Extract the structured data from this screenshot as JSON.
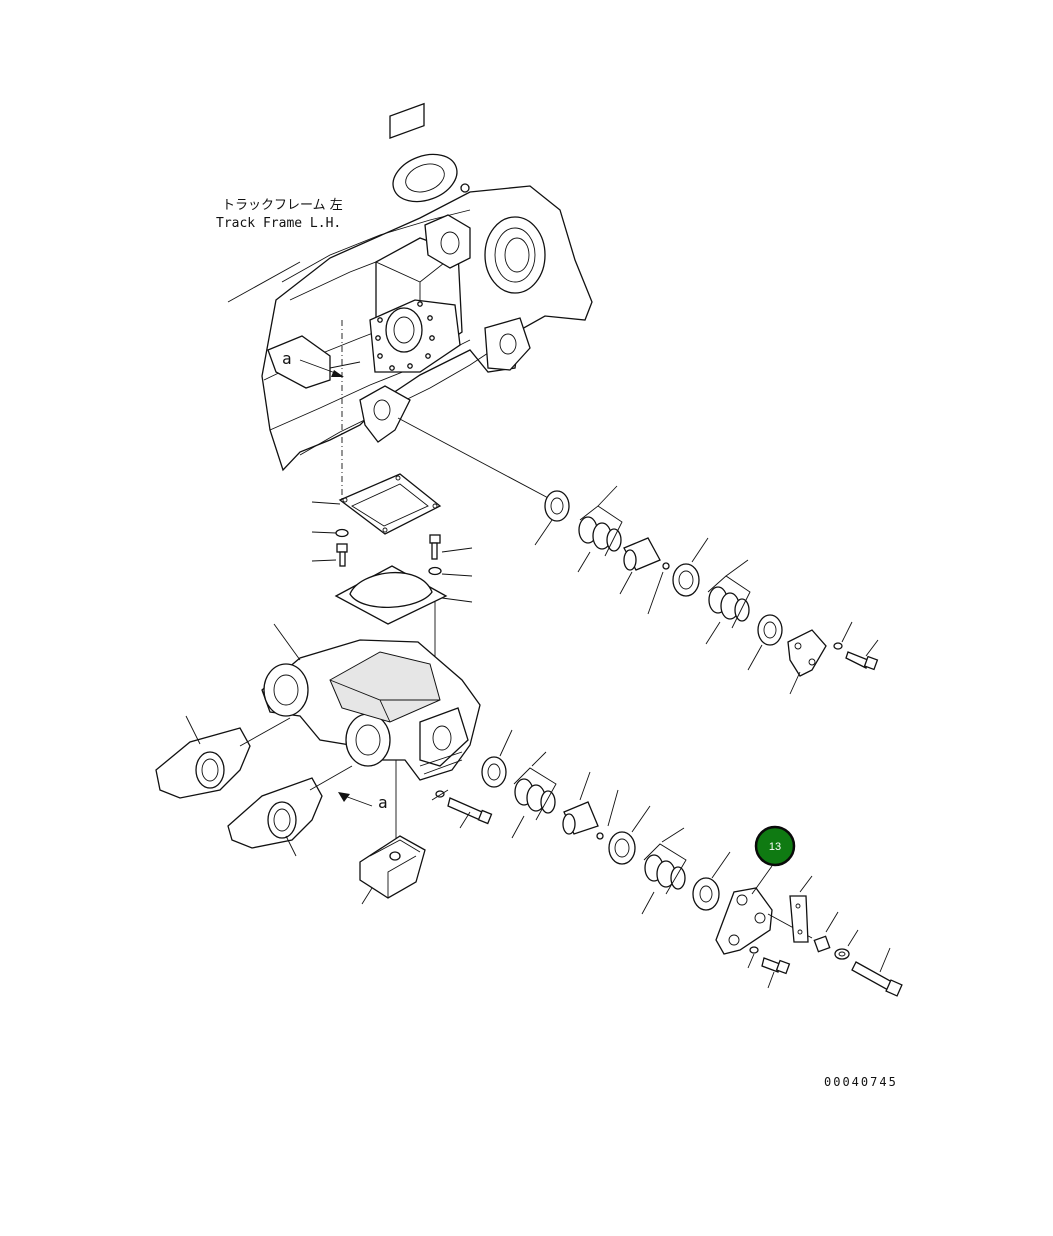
{
  "callout_label_jp": "トラックフレーム 左",
  "callout_label_en": "Track Frame L.H.",
  "view_marker_upper": "a",
  "view_marker_lower": "a",
  "drawing_number": "00040745",
  "highlight_badge": {
    "number": "13",
    "color": "#0f7a12",
    "ring": "#0a0a0a"
  }
}
